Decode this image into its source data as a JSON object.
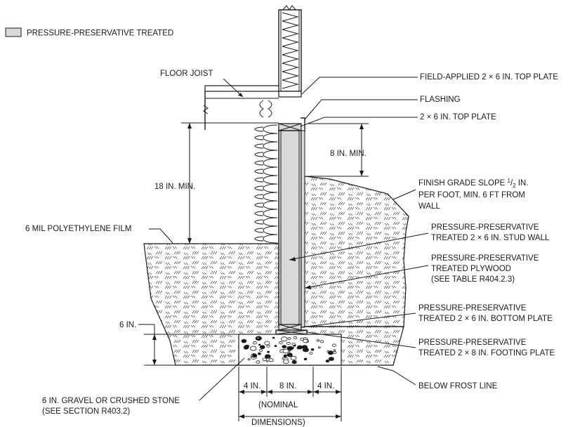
{
  "legend": {
    "label": "PRESSURE-PRESERVATIVE TREATED",
    "swatch_color": "#d9d9d9"
  },
  "labels": {
    "floor_joist": "FLOOR JOIST",
    "field_top_plate": "FIELD-APPLIED 2 × 6 IN. TOP PLATE",
    "flashing": "FLASHING",
    "top_plate": "2 × 6 IN. TOP PLATE",
    "eight_min": "8 IN. MIN.",
    "eighteen_min": "18 IN. MIN.",
    "grade_1": "FINISH GRADE SLOPE ",
    "grade_sup": "1",
    "grade_sub": "2",
    "grade_1_end": " IN.",
    "grade_2": "PER FOOT, MIN. 6 FT FROM",
    "grade_3": "WALL",
    "poly_film": "6 MIL POLYETHYLENE FILM",
    "stud_wall_1": "PRESSURE-PRESERVATIVE",
    "stud_wall_2": "TREATED 2 × 6 IN. STUD WALL",
    "plywood_1": "PRESSURE-PRESERVATIVE",
    "plywood_2": "TREATED PLYWOOD",
    "plywood_3": "(SEE TABLE R404.2.3)",
    "six_in": "6 IN.",
    "bottom_plate_1": "PRESSURE-PRESERVATIVE",
    "bottom_plate_2": "TREATED 2 × 6 IN. BOTTOM PLATE",
    "footing_plate_1": "PRESSURE-PRESERVATIVE",
    "footing_plate_2": "TREATED 2 × 8 IN. FOOTING PLATE",
    "gravel_1": "6 IN. GRAVEL OR CRUSHED STONE",
    "gravel_2": "(SEE SECTION R403.2)",
    "dim_4_left": "4 IN.",
    "dim_8": "8 IN.",
    "dim_4_right": "4 IN.",
    "frost": "BELOW FROST LINE",
    "nominal_1": "(NOMINAL",
    "nominal_2": "DIMENSIONS)"
  },
  "colors": {
    "treated": "#d9d9d9",
    "line": "#1a1a1a"
  }
}
